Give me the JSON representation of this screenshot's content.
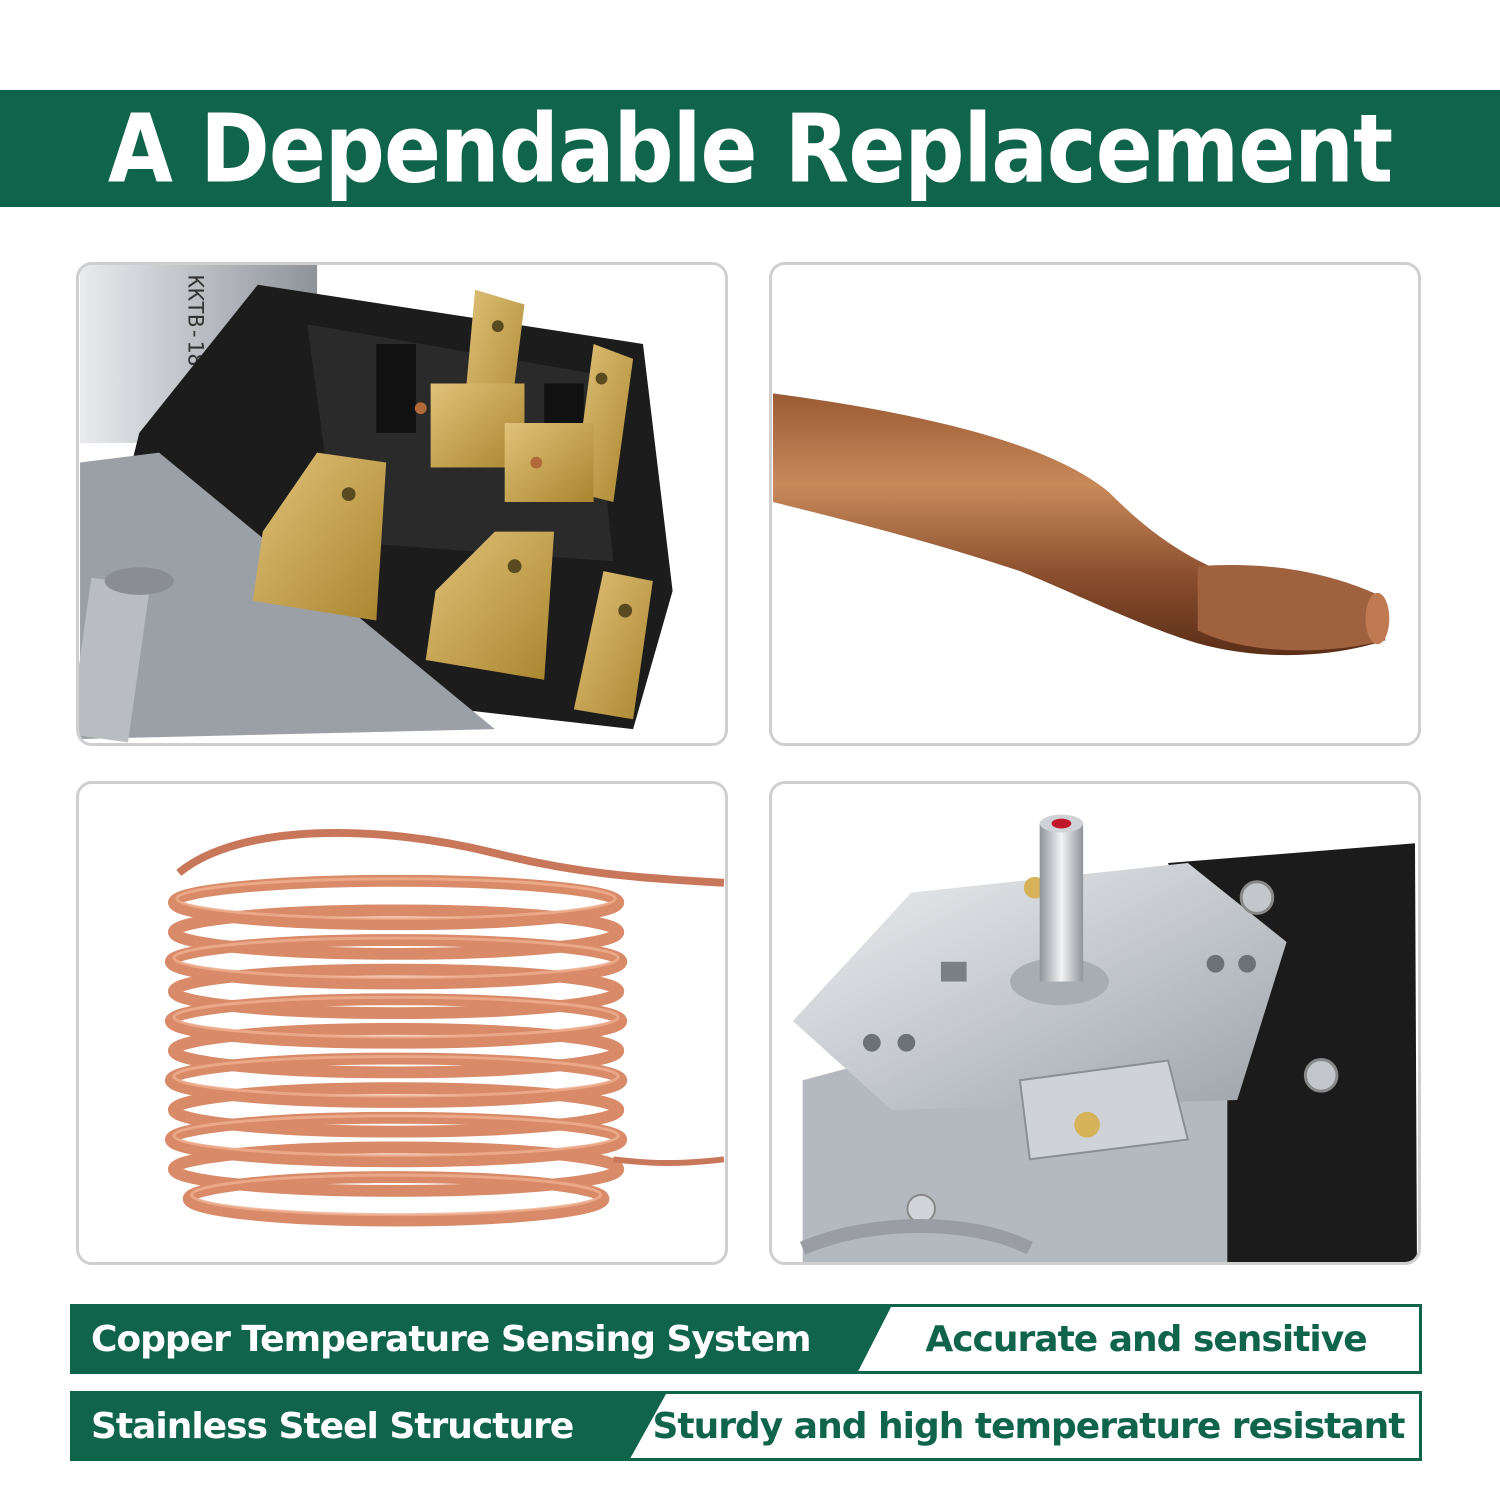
{
  "banner": {
    "title": "A Dependable Replacement"
  },
  "panels": {
    "terminals": {
      "label_text": "KKTB-18-"
    }
  },
  "features": [
    {
      "name": "Copper Temperature Sensing System",
      "benefit": "Accurate and sensitive"
    },
    {
      "name": "Stainless Steel Structure",
      "benefit": "Sturdy and high temperature resistant"
    }
  ],
  "colors": {
    "brand_green": "#10644a",
    "copper": "#c8704a"
  }
}
